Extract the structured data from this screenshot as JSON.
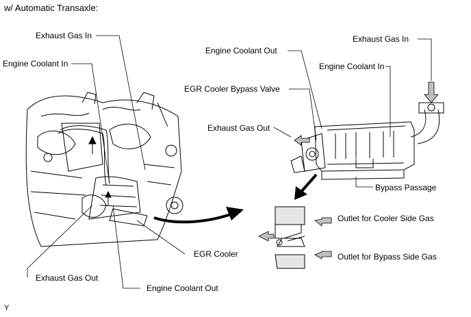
{
  "header": "w/ Automatic Transaxle:",
  "figure_code": "Y",
  "labels": {
    "engine": {
      "exhaust_gas_in": "Exhaust Gas In",
      "engine_coolant_in": "Engine Coolant In",
      "egr_cooler": "EGR Cooler",
      "exhaust_gas_out": "Exhaust Gas Out",
      "engine_coolant_out": "Engine Coolant Out"
    },
    "cooler_detail": {
      "engine_coolant_out": "Engine Coolant Out",
      "exhaust_gas_in": "Exhaust Gas In",
      "engine_coolant_in": "Engine Coolant In",
      "bypass_valve": "EGR Cooler Bypass Valve",
      "exhaust_gas_out": "Exhaust Gas Out",
      "bypass_passage": "Bypass Passage"
    },
    "valve_detail": {
      "outlet_cooler_side": "Outlet for Cooler Side Gas",
      "outlet_bypass_side": "Outlet for Bypass Side Gas"
    }
  },
  "colors": {
    "line": "#000000",
    "arrow_fill": "#bfbfbf",
    "detail_fill": "#e6e6e6"
  }
}
